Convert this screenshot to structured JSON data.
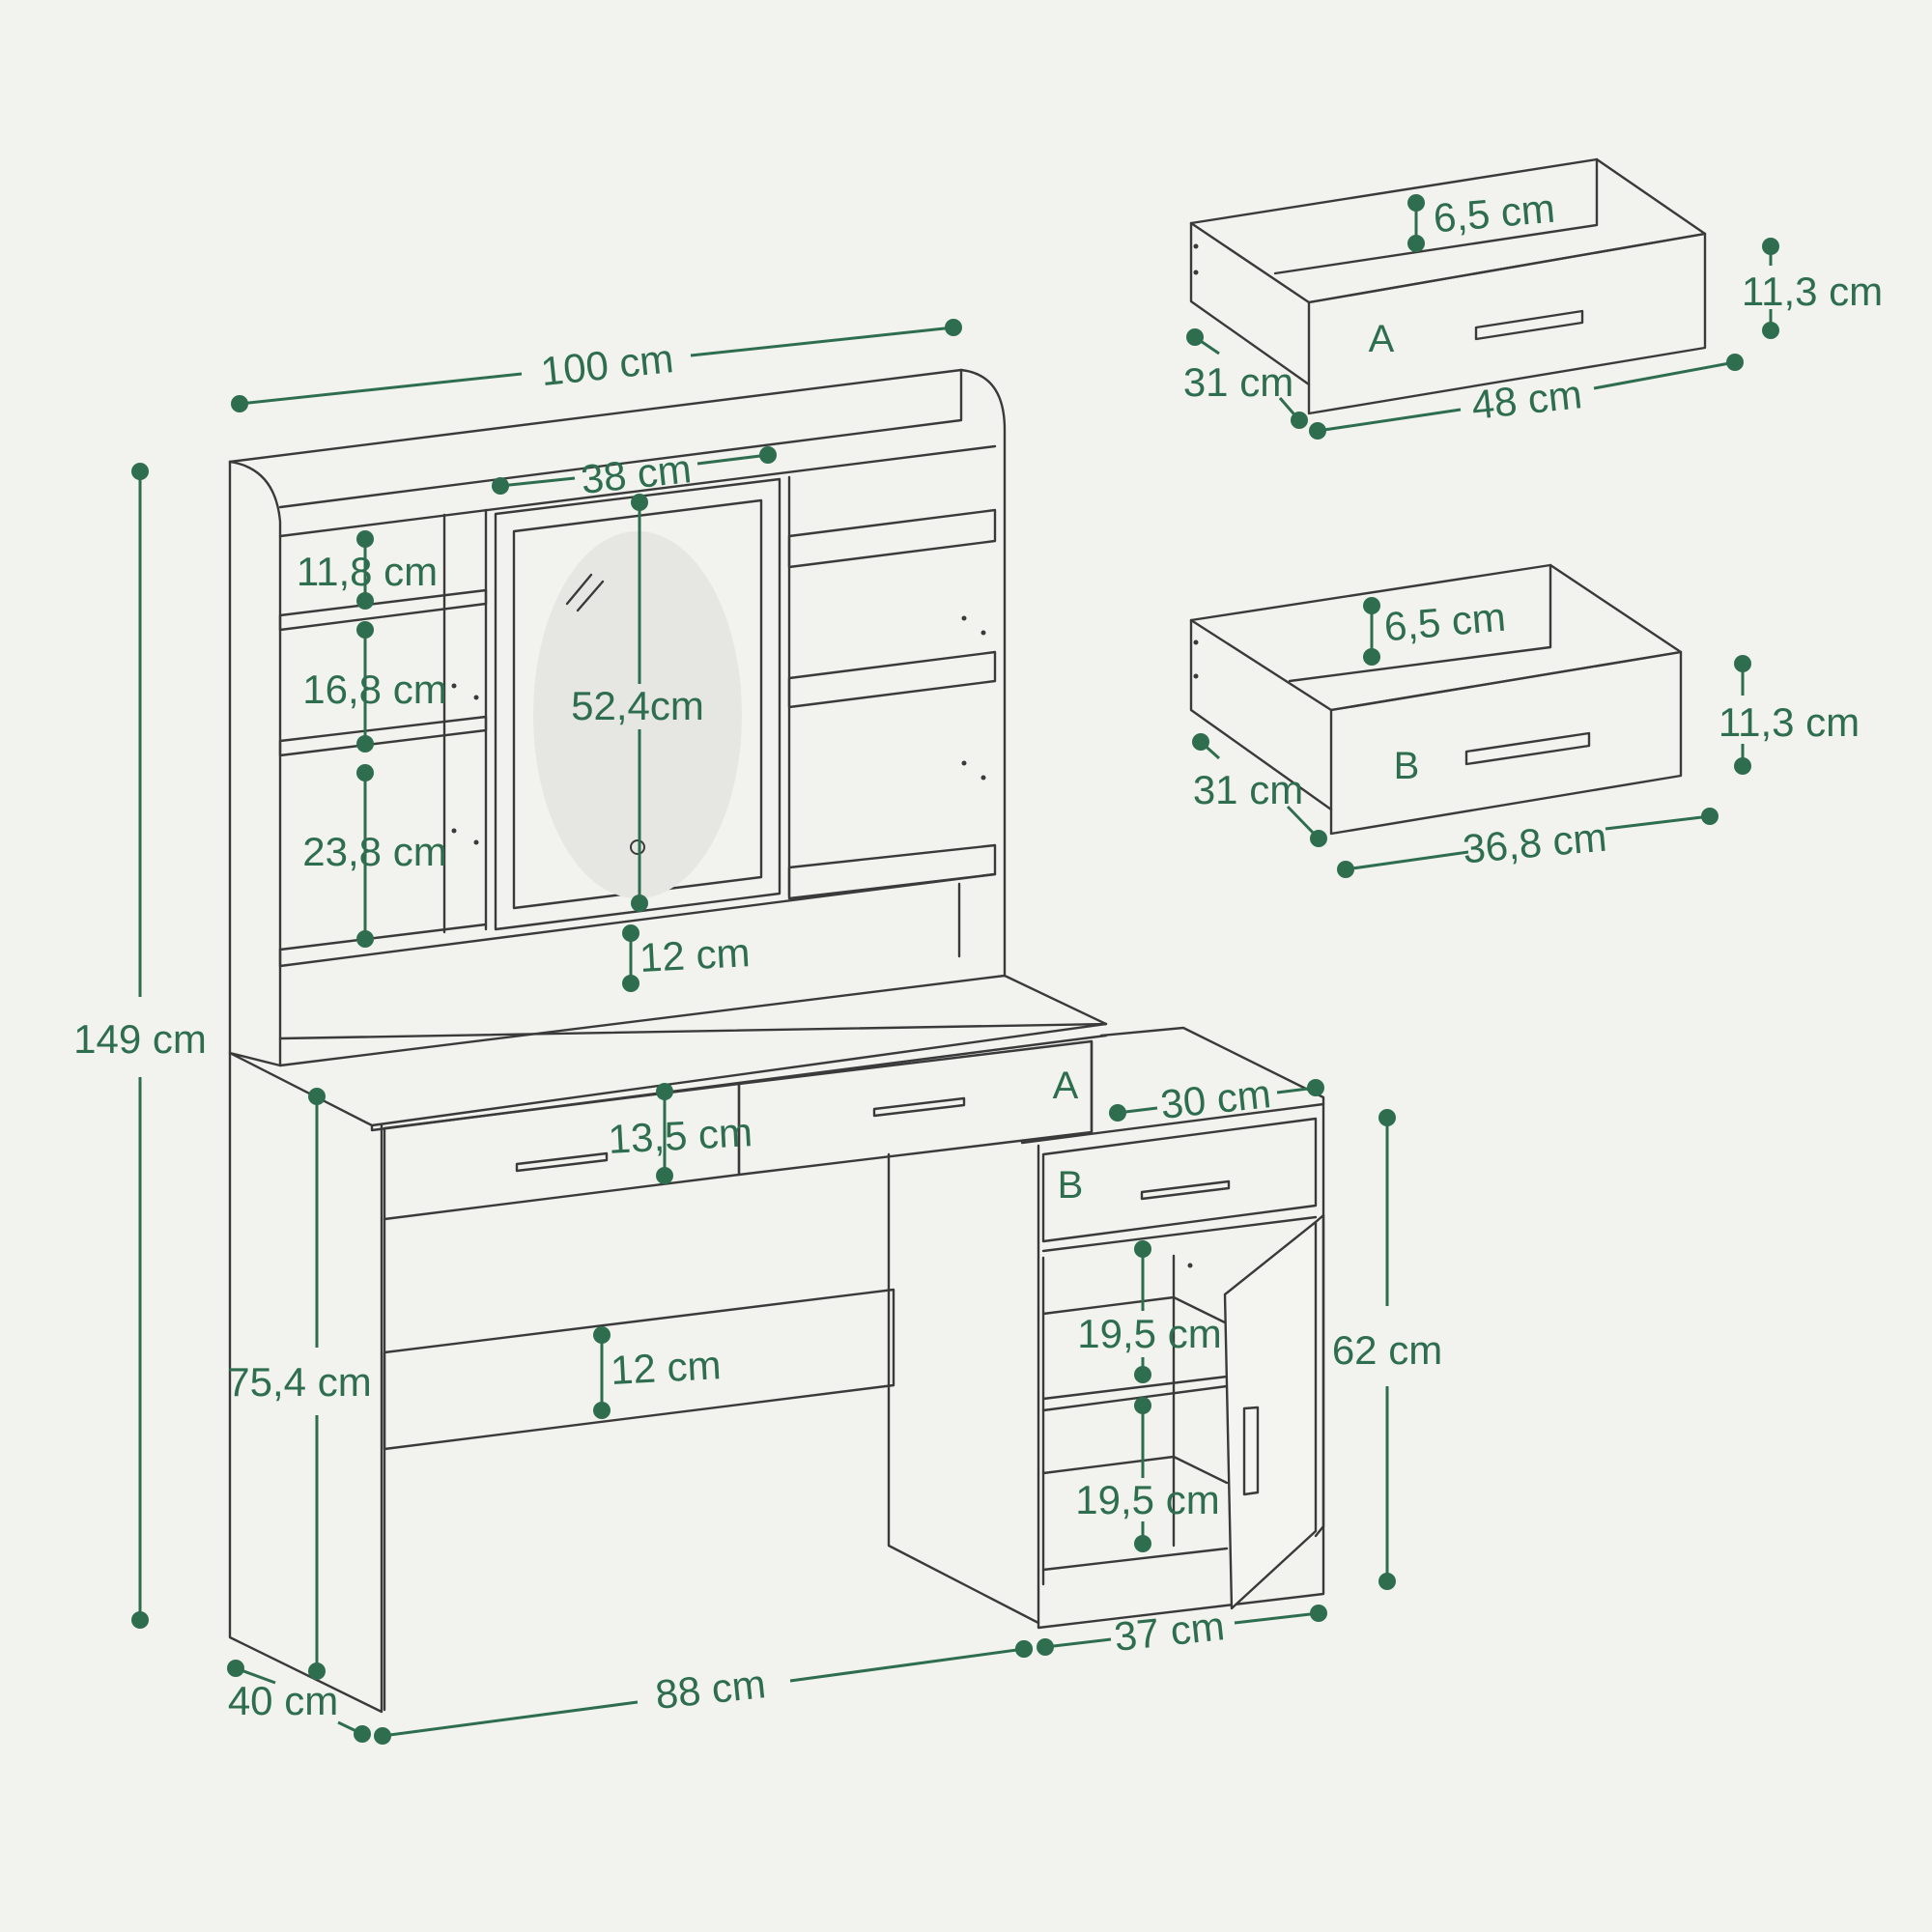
{
  "dimensions": {
    "hutch_width": "100 cm",
    "mirror_width": "38 cm",
    "mirror_height": "52,4cm",
    "total_height": "149 cm",
    "shelf_top": "11,8 cm",
    "shelf_middle": "16,8 cm",
    "shelf_bottom": "23,8 cm",
    "hutch_gap": "12 cm",
    "drawer_front_height": "13,5 cm",
    "lower_panel": "12 cm",
    "desk_height": "75,4 cm",
    "depth": "40 cm",
    "desk_width": "88 cm",
    "cabinet_depth": "30 cm",
    "cabinet_height": "62 cm",
    "cabinet_shelf_upper": "19,5 cm",
    "cabinet_shelf_lower": "19,5 cm",
    "cabinet_width": "37 cm"
  },
  "drawer_labels": {
    "a": "A",
    "b": "B"
  },
  "drawer_a": {
    "label": "A",
    "inner_height": "6,5 cm",
    "height": "11,3 cm",
    "depth": "31 cm",
    "width": "48 cm"
  },
  "drawer_b": {
    "label": "B",
    "inner_height": "6,5 cm",
    "height": "11,3 cm",
    "depth": "31 cm",
    "width": "36,8 cm"
  },
  "colors": {
    "background": "#f2f3ee",
    "dimension_green": "#2e6e4f",
    "line_dark": "#3a3a3a"
  }
}
